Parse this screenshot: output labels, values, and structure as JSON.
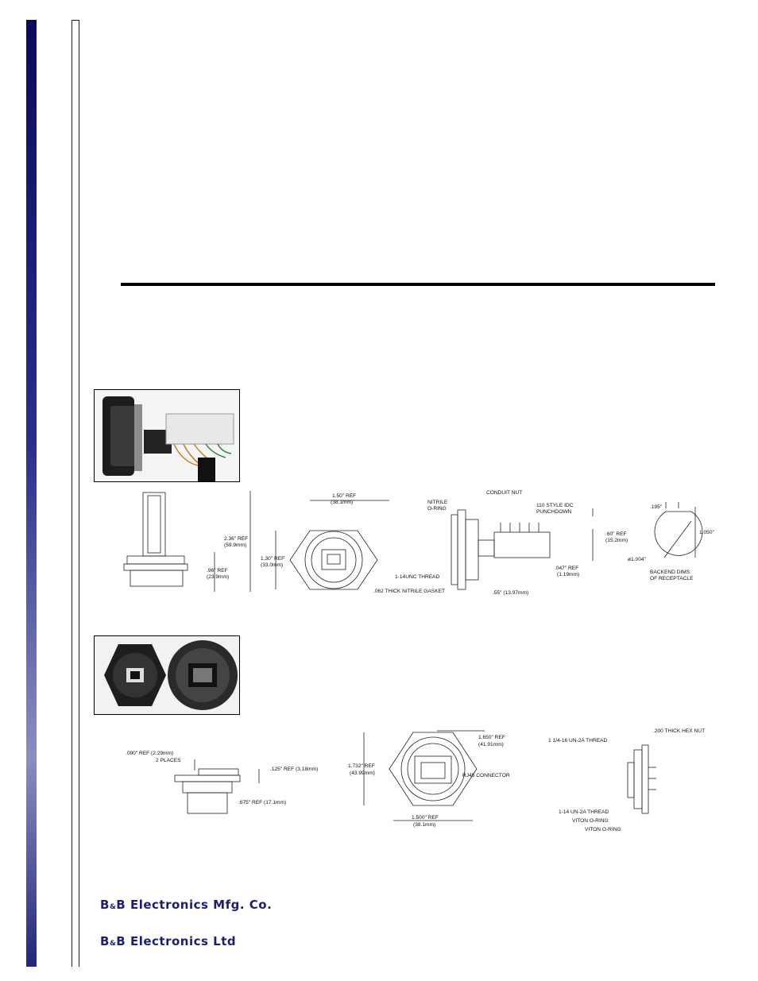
{
  "colors": {
    "sidebar": "#1b1d7a",
    "brand_text": "#1b1d7a",
    "rule": "#000000"
  },
  "section1": {
    "photo_icon": "rj45-punchdown-receptacle-photo",
    "views": {
      "side": {
        "height_ref": "2.36\" REF",
        "height_mm": "(59.9mm)",
        "flange_ref": ".96\" REF",
        "flange_mm": "(23.9mm)"
      },
      "front": {
        "width_ref": "1.50\" REF",
        "width_mm": "(38.1mm)",
        "height_ref": "1.30\" REF",
        "height_mm": "(33.0mm)"
      },
      "profile": {
        "nitrile_oring": "NITRILE",
        "nitrile_oring_2": "O-RING",
        "conduit_nut": "CONDUIT NUT",
        "idc_1": "110 STYLE IDC",
        "idc_2": "PUNCHDOWN",
        "thread": "1-14UNC THREAD",
        "gasket": ".062 THICK NITRILE GASKET",
        "depth": ".55\" (13.97mm)",
        "ref60": ".60\" REF",
        "ref60_mm": "(15.2mm)",
        "ref047": ".047\" REF",
        "ref047_mm": "(1.19mm)"
      },
      "backend": {
        "flat": ".195\"",
        "height": "1.050\"",
        "diameter": "ø1.004\"",
        "caption_1": "BACKEND DIMS.",
        "caption_2": "OF RECEPTACLE"
      }
    }
  },
  "section2": {
    "photo_icon": "rj45-hex-receptacle-photo",
    "views": {
      "side": {
        "ref090": ".090\" REF (2.29mm)",
        "places": "2 PLACES",
        "ref125": ".125\" REF (3.18mm)",
        "ref675": ".675\" REF (17.1mm)"
      },
      "front": {
        "ref1650": "1.650\" REF",
        "ref1650_mm": "(41.91mm)",
        "ref1732": "1.732\" REF",
        "ref1732_mm": "(43.99mm)",
        "connector": "RJ45 CONNECTOR",
        "ref1500": "1.500\" REF",
        "ref1500_mm": "(38.1mm)"
      },
      "profile": {
        "thread_top": "1 1/4-16 UN-2A THREAD",
        "hex_nut": ".200 THICK HEX NUT",
        "thread_bottom": "1-14 UN-2A THREAD",
        "oring_1": "VITON O-RING",
        "oring_2": "VITON O-RING"
      }
    }
  },
  "footer": {
    "brand_mfg_a": "B",
    "brand_mfg_amp": "&",
    "brand_mfg_b": "B Electronics Mfg. Co.",
    "brand_ltd_a": "B",
    "brand_ltd_amp": "&",
    "brand_ltd_b": "B Electronics Ltd"
  }
}
